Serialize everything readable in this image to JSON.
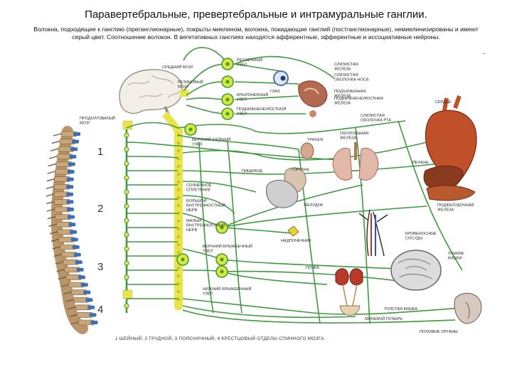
{
  "title": "Паравертебральные, превертебральные и интрамуральные ганглии.",
  "subtitle": "Волокна, подходящие к ганглию (преганглионарные), покрыты миелином, волокна, покидающие ганглий (постганглионарные), немиелинизированы и имеют серый цвет. Соотношение волокон. В вегетативных ганглиях находятся афферентные, эфферентные и ассоциативные нейроны.",
  "dash": "-",
  "labels": {
    "midbrain": "СРЕДНИЙ МОЗГ",
    "medulla_upper": "РЕЗИНОВЫЙ МОЗГ",
    "medulla": "ПРОДОЛГОВАТЫЙ МОЗГ",
    "ciliary": "РЕСНИЧНЫЙ УЗЕЛ",
    "eye": "ГЛАЗ",
    "pterygo": "КРЫЛОНЕБНЫЙ УЗЕЛ",
    "submand": "ПОДНИЖНЕЧЕЛЮСТНОЙ УЗЕЛ",
    "lacrimal": "СЛИЗИСТАЯ ЖЕЛЕЗА",
    "nasal": "СЛИЗИСТАЯ ОБОЛОЧКА НОСА",
    "subling": "ПОДЪЯЗЫЧНАЯ ЖЕЛЕЗА",
    "submand_gland": "ПОДНИЖНЕЧЕЛЮСТНАЯ ЖЕЛЕЗА",
    "mouth": "СЛИЗИСТАЯ ОБОЛОЧКА РТА",
    "parotid": "ОКОЛОУШНАЯ ЖЕЛЕЗА",
    "heart": "СЕРДЦЕ",
    "sup_cervical": "ВЕРХНИЙ ШЕЙНЫЙ УЗЕЛ",
    "trachea": "ТРАХЕЯ",
    "larynx": "ГОРТАНЬ",
    "esophagus": "ПИЩЕВОД",
    "liver": "ПЕЧЕНЬ",
    "celiac_plexus": "СОЛНЕЧНОЕ СПЛЕТЕНИЕ",
    "greater_splanchnic": "БОЛЬШОЙ ВНУТРЕННОСТНЫЙ НЕРВ",
    "stomach": "ЖЕЛУДОК",
    "pancreas": "ПОДЖЕЛУДОЧНАЯ ЖЕЛЕЗА",
    "lesser_splanchnic": "МАЛЫЙ ВНУТРЕННОСТНЫЙ НЕРВ",
    "vessels": "КРОВЕНОСНЫЕ СОСУДЫ",
    "adrenal": "НАДПОЧЕЧНИК",
    "small_intestine": "ТОНКИЕ КИШКИ",
    "sup_mesenteric": "ВЕРХНИЙ БРЫЖЕЕЧНЫЙ УЗЕЛ",
    "kidney": "ПОЧКА",
    "inf_mesenteric": "НИЖНИЙ БРЫЖЕЕЧНЫЙ УЗЕЛ",
    "colon": "ТОЛСТАЯ КИШКА",
    "bladder": "МОЧЕВОЙ ПУЗЫРЬ",
    "genitals": "ПОЛОВЫЕ ОРГАНЫ"
  },
  "section_numbers": [
    "1",
    "2",
    "3",
    "4"
  ],
  "footer": "1 ШЕЙНЫЙ, 2 ГРУДНОЙ, 3 ПОЯСНИЧНЫЙ, 4 КРЕСТЦОВЫЙ ОТДЕЛЫ СПИННОГО МОЗГА.",
  "colors": {
    "nerve": "#3f9a3f",
    "ganglion": "#d9e63a",
    "spine_bone": "#c9a77a",
    "spine_disc": "#3b6fb5",
    "cord_yellow": "#e8e44a",
    "heart": "#c0502a",
    "liver": "#8a3a1e",
    "kidney": "#b83a2a"
  }
}
